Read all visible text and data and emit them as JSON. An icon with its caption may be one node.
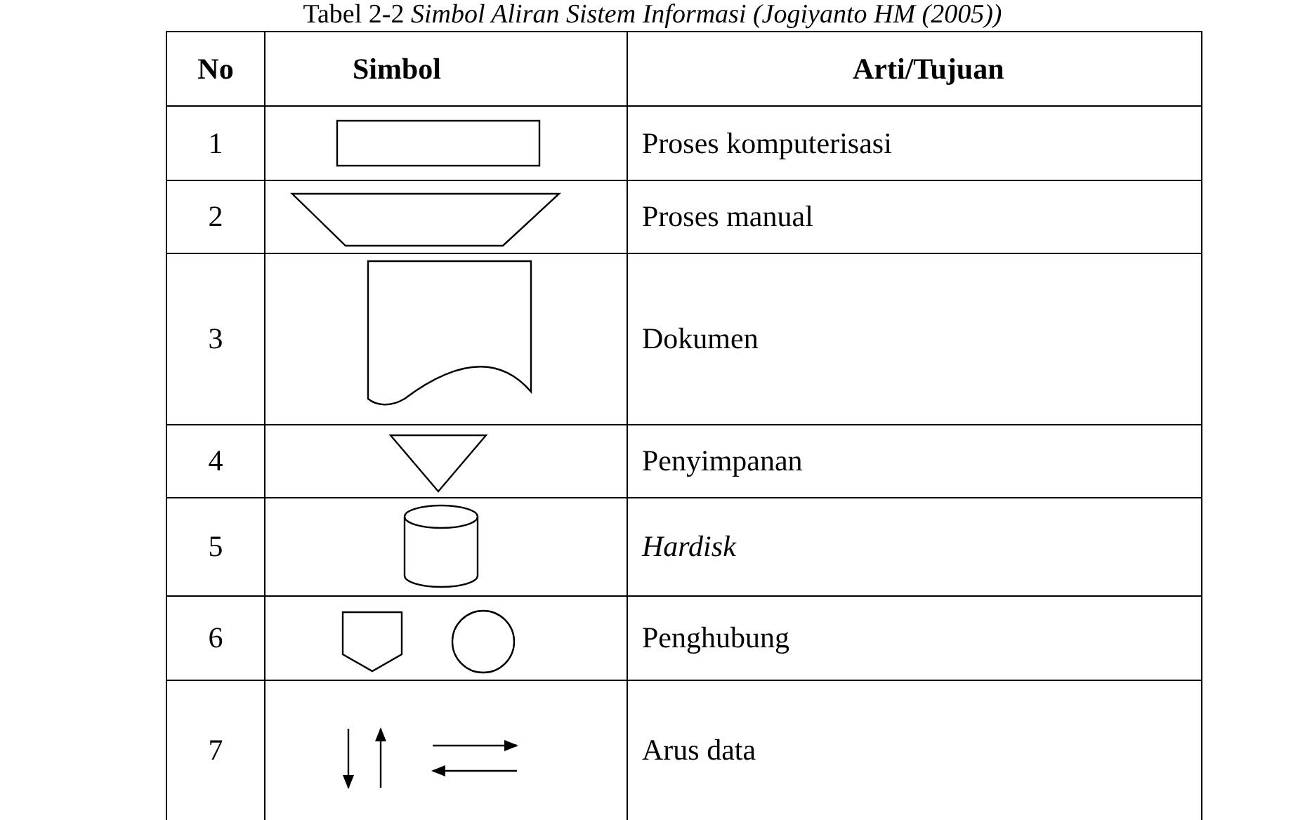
{
  "diagram": {
    "title": "Tabel 2-2 *Simbol Aliran Sistem Informasi (Jogiyanto HM (2005))*",
    "labels": [
      "No",
      "Simbol",
      "Arti/Tujuan",
      "1",
      "Proses komputerisasi",
      "2",
      "Proses manual",
      "3",
      "Dokumen",
      "4",
      "Penyimpanan",
      "5",
      "Hardisk",
      "6",
      "Penghubung",
      "7",
      "Arus data"
    ]
  }
}
